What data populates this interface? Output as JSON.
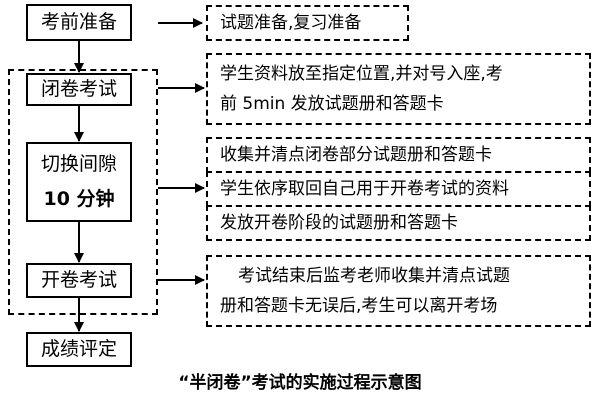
{
  "steps": {
    "prep": "考前准备",
    "closed": "闭卷考试",
    "switch_line1": "切换间隙",
    "switch_line2": "10 分钟",
    "open": "开卷考试",
    "result": "成绩评定"
  },
  "notes": {
    "prep": "试题准备,复习准备",
    "closed_line1": "学生资料放至指定位置,并对号入座,考",
    "closed_line2": "前 5min 发放试题册和答题卡",
    "switch_line1": "收集并清点闭卷部分试题册和答题卡",
    "switch_line2": "学生依序取回自己用于开卷考试的资料",
    "switch_line3": "发放开卷阶段的试题册和答题卡",
    "open_line1": "考试结束后监考老师收集并清点试题",
    "open_line2": "册和答题卡无误后,考生可以离开考场"
  },
  "caption": "“半闭卷”考试的实施过程示意图"
}
